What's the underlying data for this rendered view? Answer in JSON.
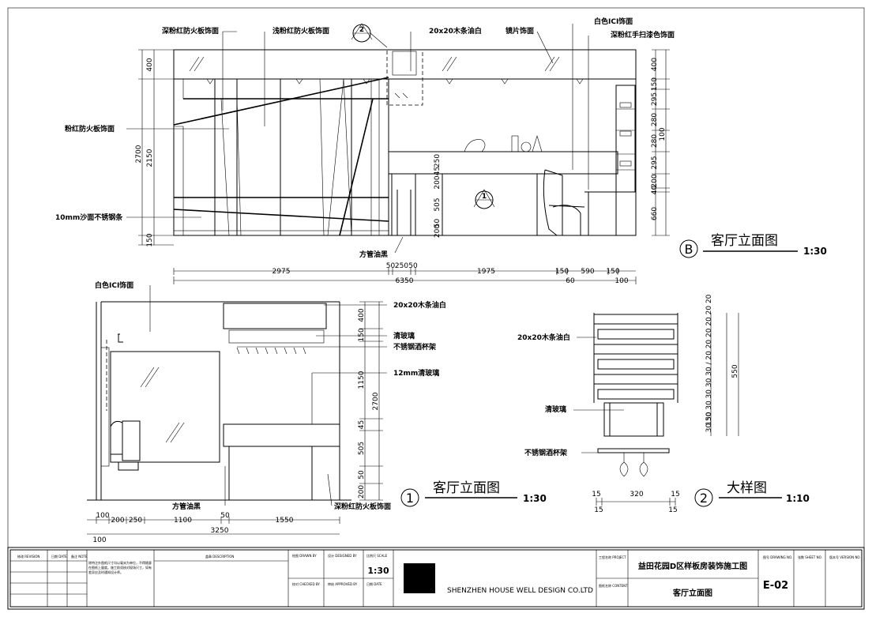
{
  "colors": {
    "ink": "#000000",
    "paper": "#ffffff"
  },
  "elevation_b": {
    "marker": "B",
    "title": "客厅立面图",
    "scale": "1:30",
    "labels": {
      "deep_pink_panel": "深粉红防火板饰面",
      "light_pink_panel": "浅粉红防火板饰面",
      "callout_2": "2",
      "wood_strip_white": "20x20木条油白",
      "mirror_panel": "镜片饰面",
      "white_ici": "白色ICI饰面",
      "deep_pink_lacquer": "深粉红手扫漆色饰面",
      "pink_panel": "粉红防火板饰面",
      "steel_strip": "10mm沙面不锈钢条",
      "square_tube": "方管油黑",
      "callout_1": "1"
    },
    "left_dims": {
      "total": "2700",
      "upper": "400",
      "middle": "2150",
      "lower": "150"
    },
    "right_dims": [
      "400",
      "150",
      "295",
      "280",
      "280",
      "295",
      "200",
      "40",
      "660"
    ],
    "right_total": "100",
    "counter_dims": [
      "250",
      "45",
      "200",
      "505",
      "50",
      "200"
    ],
    "bottom_dims_row1": [
      "2975",
      "50",
      "250",
      "50",
      "1975",
      "150",
      "590",
      "150"
    ],
    "bottom_dims_row2": [
      "6350",
      "60",
      "100"
    ]
  },
  "elevation_1": {
    "marker": "1",
    "title": "客厅立面图",
    "scale": "1:30",
    "labels": {
      "white_ici": "白色ICI饰面",
      "wood_strip_white": "20x20木条油白",
      "clear_glass": "清玻璃",
      "steel_rack": "不锈钢酒杯架",
      "glass_12mm": "12mm清玻璃",
      "square_tube": "方管油黑",
      "deep_pink_panel": "深粉红防火板饰面"
    },
    "right_dims": [
      "400",
      "150",
      "1150",
      "45",
      "505",
      "50",
      "200"
    ],
    "right_total": "2700",
    "bottom_dims_row1": [
      "100",
      "200",
      "250",
      "1100",
      "50",
      "1550"
    ],
    "bottom_dims_row2": [
      "3250"
    ],
    "bottom_dims_row3": [
      "100"
    ]
  },
  "detail_2": {
    "marker": "2",
    "title": "大样图",
    "scale": "1:10",
    "labels": {
      "wood_strip_white": "20x20木条油白",
      "clear_glass": "清玻璃",
      "steel_rack": "不锈钢酒杯架"
    },
    "slat_dims": "30 30 30 30 30 30 / 20 20 20 20 20 20",
    "height_dim": "550",
    "base_dim": "150",
    "bottom_dims": [
      "15",
      "320",
      "15"
    ],
    "bottom_dims_sub": [
      "15",
      "15"
    ]
  },
  "title_block": {
    "col_headers": [
      "修改 REVISION",
      "日期 DATE",
      "备注 NOTE"
    ],
    "notes": "除特注外图纸尺寸均以毫米为单位，不得随意在图纸上量度。施工前须核对现场尺寸，如有差异应及时通知设计师。",
    "stamp_label": "盖章 DESCRIPTION",
    "drawn_by": "绘图 DRAWN BY",
    "checked_by": "校对 CHECKED BY",
    "designed_by": "设计 DESIGNED BY",
    "approved_by": "审核 APPROVED BY",
    "scale_label": "比例尺 SCALE",
    "scale_value": "1:30",
    "date_label": "日期 DATE",
    "company": "SHENZHEN HOUSE WELL DESIGN CO.LTD",
    "project_label": "工程名称 PROJECT",
    "project_name": "益田花园D区样板房装饰施工图",
    "content_label": "图纸名称 CONTENT",
    "content_name": "客厅立面图",
    "drawing_no_label": "图号 DRAWING NO.",
    "drawing_no": "E-02",
    "sheet_label": "张数 SHEET NO.",
    "version_label": "版本号 VERSION NO."
  }
}
